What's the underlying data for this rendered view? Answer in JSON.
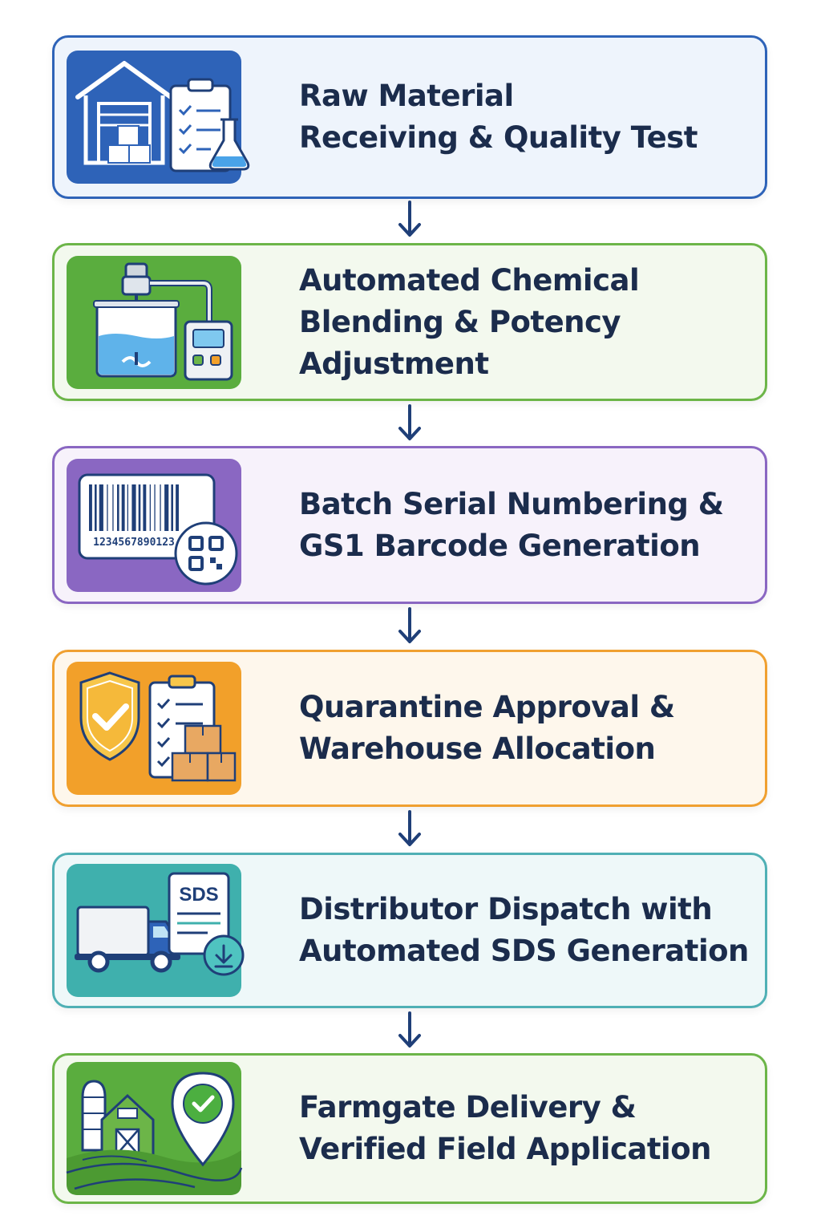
{
  "steps": [
    {
      "line1": "Raw Material",
      "line2": "Receiving & Quality Test",
      "border": "#2e63b8",
      "background": "#eef4fc",
      "tile": "#2e63b8",
      "icon": "warehouse-clipboard-flask-icon"
    },
    {
      "line1": "Automated Chemical",
      "line2": "Blending & Potency Adjustment",
      "border": "#6cb548",
      "background": "#f3f9ee",
      "tile": "#5aad3e",
      "icon": "mixing-tank-control-panel-icon"
    },
    {
      "line1": "Batch Serial Numbering &",
      "line2": "GS1 Barcode Generation",
      "border": "#8a67c2",
      "background": "#f7f2fb",
      "tile": "#8a67c2",
      "icon": "barcode-qr-code-icon",
      "barcode_number": "1234567890123"
    },
    {
      "line1": "Quarantine Approval &",
      "line2": "Warehouse Allocation",
      "border": "#f0a030",
      "background": "#fef7ec",
      "tile": "#f2a02a",
      "icon": "shield-checklist-boxes-icon"
    },
    {
      "line1": "Distributor Dispatch with",
      "line2": "Automated SDS Generation",
      "border": "#4fb0b5",
      "background": "#eef8f9",
      "tile": "#3fb0ad",
      "icon": "truck-sds-document-icon",
      "doc_label": "SDS"
    },
    {
      "line1": "Farmgate Delivery &",
      "line2": "Verified Field Application",
      "border": "#6cb548",
      "background": "#f3f9ee",
      "tile": "#5aad3e",
      "icon": "farm-location-pin-icon"
    }
  ],
  "arrow_color": "#1f3f78"
}
